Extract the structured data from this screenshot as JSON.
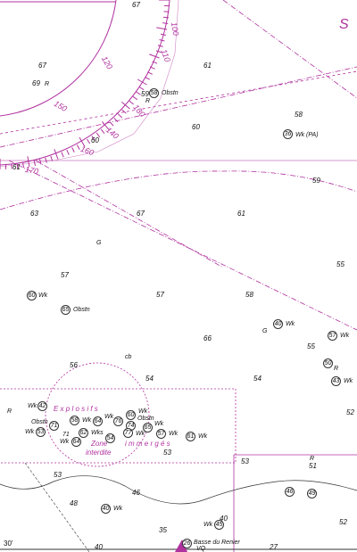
{
  "compass_degrees": [
    "100",
    "110",
    "120",
    "130",
    "140",
    "150",
    "160",
    "170"
  ],
  "soundings": [
    "67",
    "67",
    "69",
    "61",
    "59",
    "60",
    "58",
    "60",
    "61",
    "59",
    "63",
    "67",
    "61",
    "55",
    "57",
    "57",
    "58",
    "66",
    "55",
    "56",
    "54",
    "54",
    "52",
    "53",
    "53",
    "53",
    "51",
    "46",
    "48",
    "35",
    "40",
    "40",
    "52",
    "27"
  ],
  "labels": {
    "sector_s": "S",
    "explosifs": "E x p l o s i f s",
    "zone": "Zone",
    "immerges": "i m m e r g é s",
    "interdite": "interdite",
    "basse": "Basse du Renier",
    "lat": "30'",
    "r1": "R",
    "r2": "R",
    "r3": "R",
    "r4": "R",
    "r5": "R",
    "g1": "G",
    "g2": "G",
    "cb": "cb",
    "obstn": "Obstn",
    "wk": "Wk",
    "wk_pa": "Wk (PA)",
    "wks": "Wks",
    "vq": "VQ"
  },
  "circled": [
    "58",
    "36",
    "60",
    "65",
    "40",
    "57",
    "50",
    "43",
    "42",
    "53",
    "71",
    "58",
    "64",
    "76",
    "60",
    "74",
    "65",
    "57",
    "61",
    "62",
    "64",
    "54",
    "77",
    "40",
    "45",
    "46",
    "49",
    "26"
  ]
}
